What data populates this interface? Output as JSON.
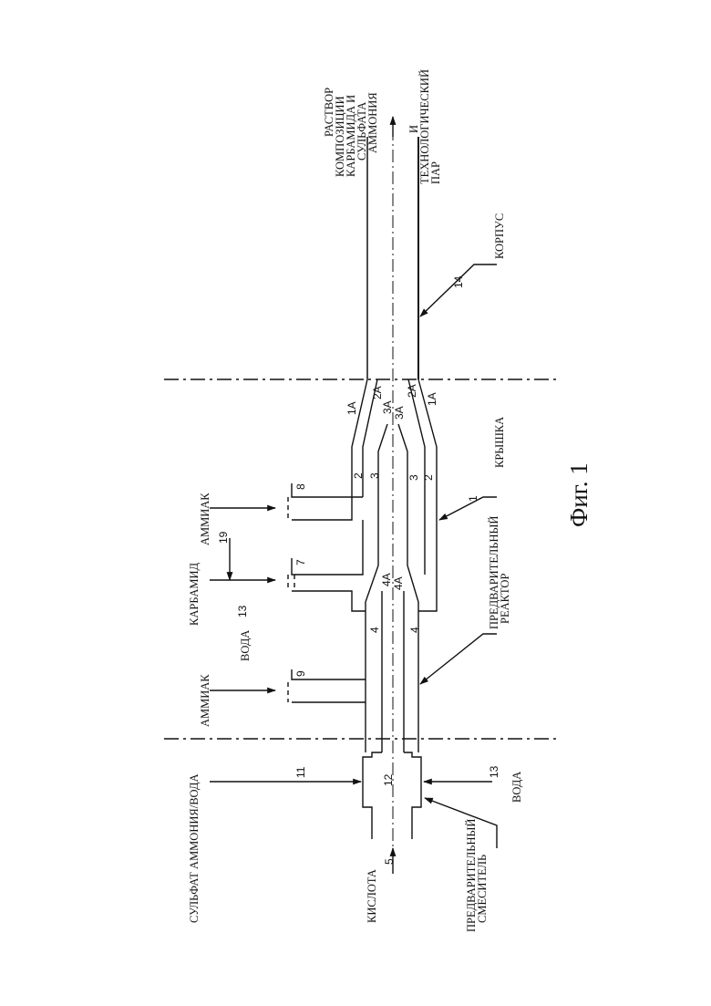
{
  "figure": {
    "caption": "Фиг. 1"
  },
  "labels": {
    "product_1": "РАСТВОР",
    "product_2": "КОМПОЗИЦИИ",
    "product_3": "КАРБАМИДА И",
    "product_4": "СУЛЬФАТА",
    "product_5": "АММОНИЯ",
    "steam_1": "И",
    "steam_2": "ТЕХНОЛОГИЧЕСКИЙ",
    "steam_3": "ПАР",
    "body": "КОРПУС",
    "cover": "КРЫШКА",
    "prereactor_1": "ПРЕДВАРИТЕЛЬНЫЙ",
    "prereactor_2": "РЕАКТОР",
    "premixer_1": "ПРЕДВАРИТЕЛЬНЫЙ",
    "premixer_2": "СМЕСИТЕЛЬ",
    "ammonia_top": "АММИАК",
    "urea": "КАРБАМИД",
    "water_top": "ВОДА",
    "ammonia_mid": "АММИАК",
    "sulfate_water": "СУЛЬФАТ АММОНИЯ/ВОДА",
    "acid": "КИСЛОТА",
    "water_bottom": "ВОДА"
  },
  "numbers": {
    "n1": "1",
    "n14": "14",
    "n1A_top": "1A",
    "n1A_bottom": "1A",
    "n2A_top": "2A",
    "n2A_bottom": "2A",
    "n3A_top": "3A",
    "n3A_bottom": "3A",
    "n2_top": "2",
    "n2_bottom": "2",
    "n3_top": "3",
    "n3_bottom": "3",
    "n8": "8",
    "n7": "7",
    "n19": "19",
    "n13_top": "13",
    "n4A_top": "4A",
    "n4A_bottom": "4A",
    "n4_top": "4",
    "n4_bottom": "4",
    "n9": "9",
    "n11": "11",
    "n12": "12",
    "n13_bottom": "13",
    "n5": "5"
  }
}
